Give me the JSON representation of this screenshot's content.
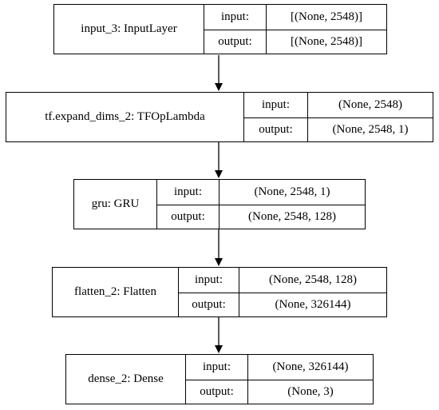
{
  "io_labels": {
    "input": "input:",
    "output": "output:"
  },
  "layers": [
    {
      "name": "input_3: InputLayer",
      "input": "[(None, 2548)]",
      "output": "[(None, 2548)]"
    },
    {
      "name": "tf.expand_dims_2: TFOpLambda",
      "input": "(None, 2548)",
      "output": "(None, 2548, 1)"
    },
    {
      "name": "gru: GRU",
      "input": "(None, 2548, 1)",
      "output": "(None, 2548, 128)"
    },
    {
      "name": "flatten_2: Flatten",
      "input": "(None, 2548, 128)",
      "output": "(None, 326144)"
    },
    {
      "name": "dense_2: Dense",
      "input": "(None, 326144)",
      "output": "(None, 3)"
    }
  ],
  "edges": [
    {
      "from": "input_3: InputLayer",
      "to": "tf.expand_dims_2: TFOpLambda"
    },
    {
      "from": "tf.expand_dims_2: TFOpLambda",
      "to": "gru: GRU"
    },
    {
      "from": "gru: GRU",
      "to": "flatten_2: Flatten"
    },
    {
      "from": "flatten_2: Flatten",
      "to": "dense_2: Dense"
    }
  ]
}
